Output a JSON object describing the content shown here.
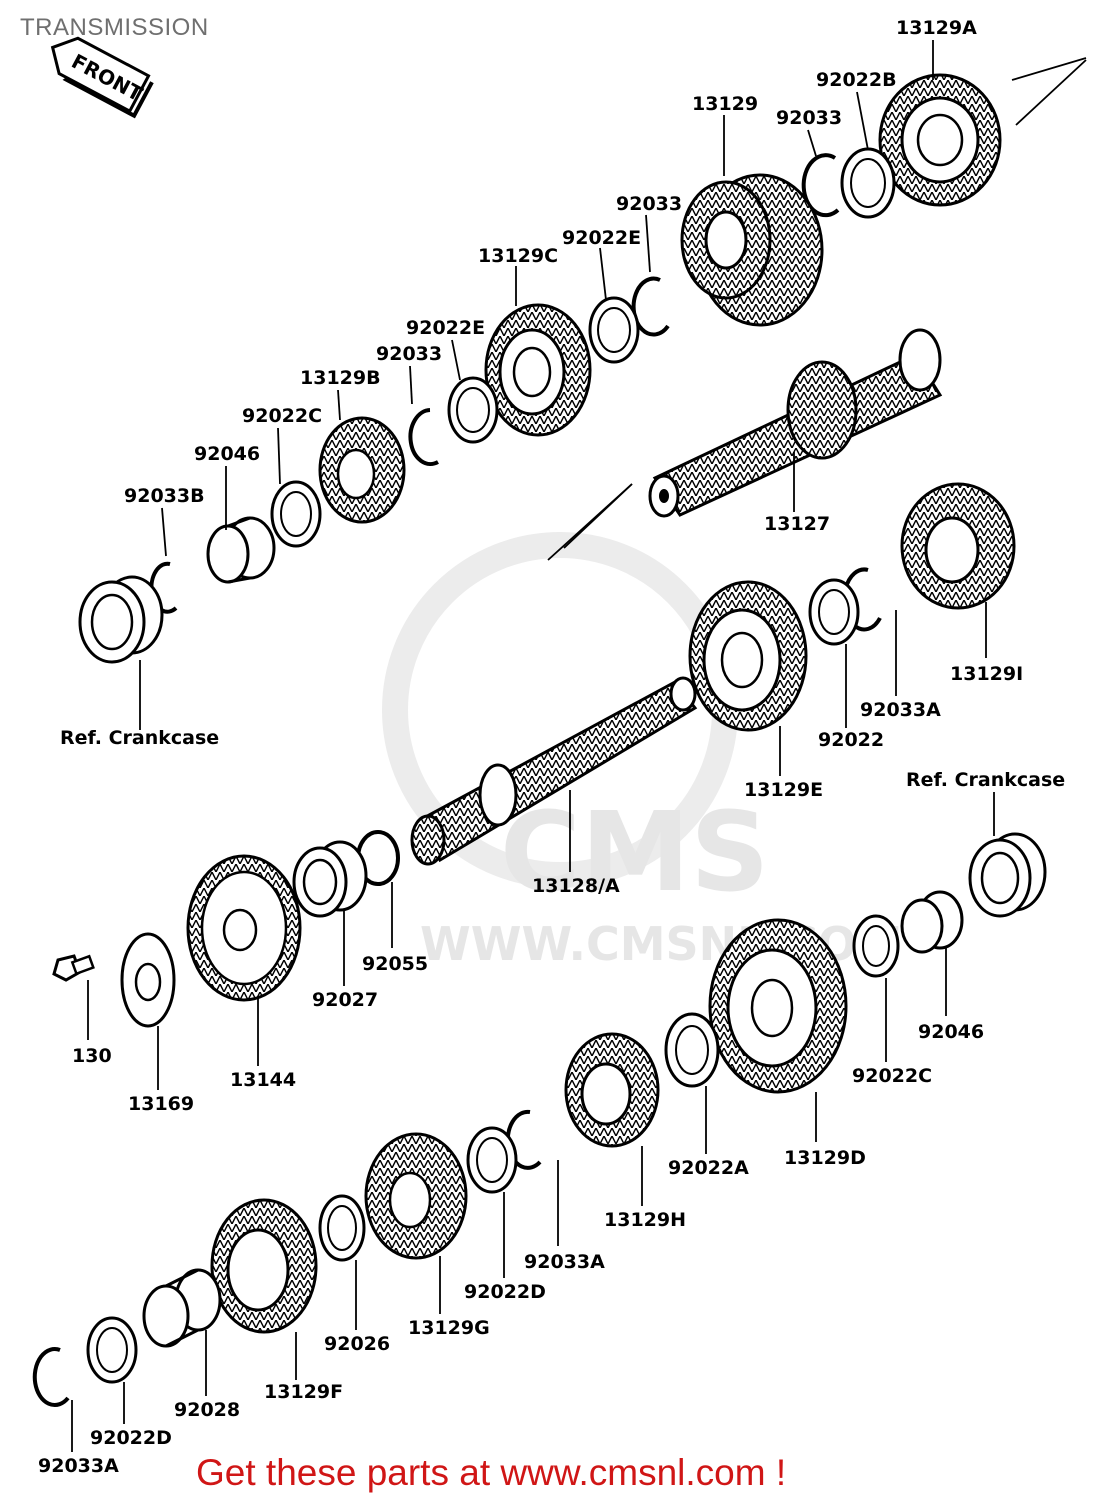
{
  "header": {
    "title": "TRANSMISSION"
  },
  "arrow": {
    "label": "FRONT"
  },
  "watermark": {
    "brand": "CMS",
    "site": "WWW.CMSNL.COM"
  },
  "footer": {
    "promo": "Get these parts at www.cmsnl.com !"
  },
  "parts": {
    "p13129A_top": "13129A",
    "p92022B": "92022B",
    "p13129": "13129",
    "p92033_a": "92033",
    "p92033_b": "92033",
    "p92022E_a": "92022E",
    "p13129C": "13129C",
    "p92022E_b": "92022E",
    "p92033_c": "92033",
    "p13129B": "13129B",
    "p92022C_a": "92022C",
    "p92046_a": "92046",
    "p92033B": "92033B",
    "p13127": "13127",
    "refCrankcase_a": "Ref. Crankcase",
    "p13129I": "13129I",
    "p92033A_a": "92033A",
    "p92022": "92022",
    "p13129E": "13129E",
    "refCrankcase_b": "Ref. Crankcase",
    "p13128A": "13128/A",
    "p92055": "92055",
    "p92027": "92027",
    "p130": "130",
    "p13169": "13169",
    "p13144": "13144",
    "p92046_b": "92046",
    "p92022C_b": "92022C",
    "p13129D": "13129D",
    "p92022A": "92022A",
    "p13129H": "13129H",
    "p92033A_b": "92033A",
    "p92022D_a": "92022D",
    "p13129G": "13129G",
    "p92026": "92026",
    "p13129F": "13129F",
    "p92028": "92028",
    "p92022D_b": "92022D",
    "p92033A_c": "92033A"
  }
}
